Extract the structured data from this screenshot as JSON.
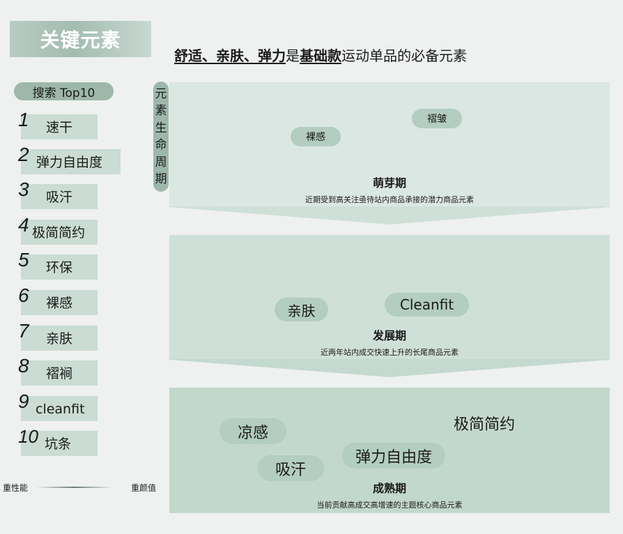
{
  "header": {
    "badge": "关键元素",
    "headline": {
      "emphasis_1": "舒适、亲肤、弹力",
      "connector": "是",
      "emphasis_2": "基础款",
      "rest": "运动单品的必备元素"
    }
  },
  "sidebar": {
    "search_label": "搜索 Top10",
    "items": [
      {
        "rank": "1",
        "label": "速干"
      },
      {
        "rank": "2",
        "label": "弹力自由度"
      },
      {
        "rank": "3",
        "label": "吸汗"
      },
      {
        "rank": "4",
        "label": "极简简约"
      },
      {
        "rank": "5",
        "label": "环保"
      },
      {
        "rank": "6",
        "label": "裸感"
      },
      {
        "rank": "7",
        "label": "亲肤"
      },
      {
        "rank": "8",
        "label": "褶裥"
      },
      {
        "rank": "9",
        "label": "cleanfit"
      },
      {
        "rank": "10",
        "label": "坑条"
      }
    ],
    "scale": {
      "left": "重性能",
      "right": "重颜值"
    }
  },
  "lifecycle": {
    "label": [
      "元",
      "素",
      "生",
      "命",
      "周",
      "期"
    ],
    "stages": [
      {
        "name": "萌芽期",
        "desc": "近期受到高关注亟待站内商品承接的潜力商品元素",
        "color": "#dbe7e2",
        "tags": [
          "裸感",
          "褶皱"
        ]
      },
      {
        "name": "发展期",
        "desc": "近两年站内成交快速上升的长尾商品元素",
        "color": "#cfe0d8",
        "tags": [
          "亲肤",
          "Cleanfit"
        ]
      },
      {
        "name": "成熟期",
        "desc": "当前贡献高成交高增速的主题核心商品元素",
        "color": "#c2d8cc",
        "tags": [
          "凉感",
          "极简简约",
          "弹力自由度",
          "吸汗"
        ]
      }
    ]
  },
  "colors": {
    "background": "#eef1f0",
    "accent": "#9db8ab",
    "rank_box": "#cadcd3",
    "tag": "#b3cdc1"
  }
}
